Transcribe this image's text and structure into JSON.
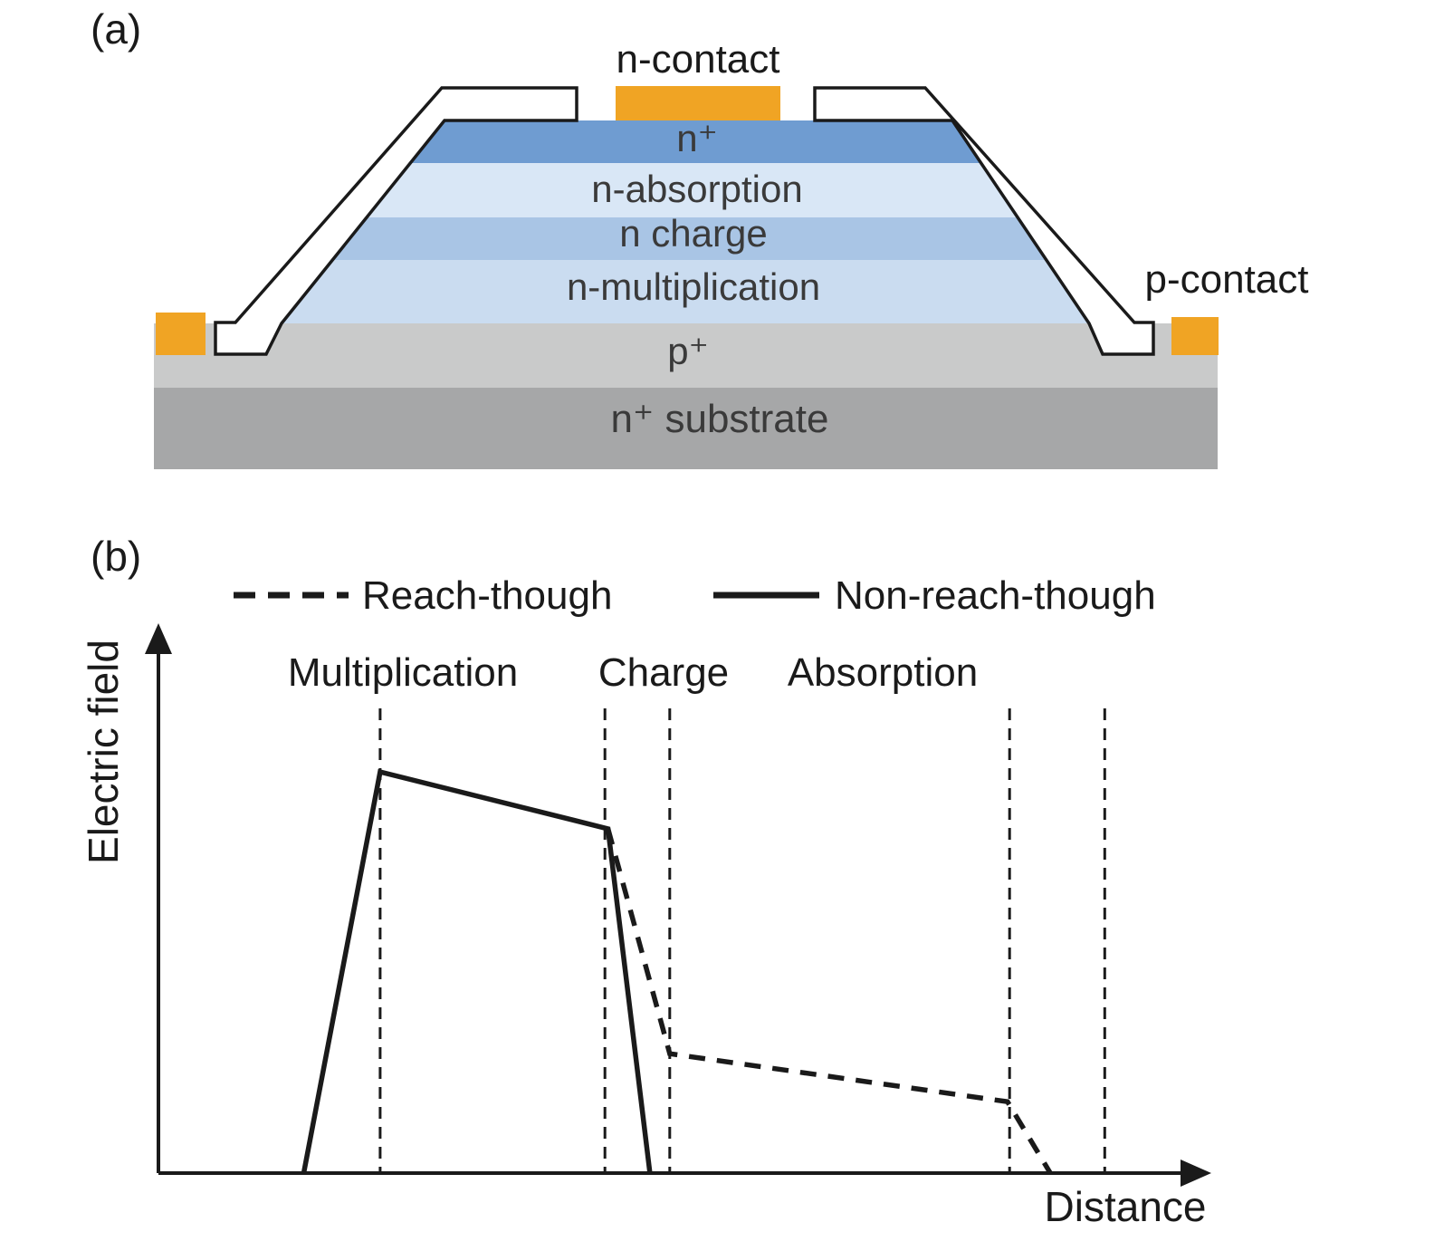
{
  "panel_a": {
    "label": "(a)",
    "n_contact_label": "n-contact",
    "p_contact_label": "p-contact",
    "contact_color": "#f0a424",
    "layers": [
      {
        "name": "n-plus",
        "label": "n⁺",
        "color": "#6f9cd1"
      },
      {
        "name": "n-absorption",
        "label": "n-absorption",
        "color": "#d9e7f6"
      },
      {
        "name": "n-charge",
        "label": "n charge",
        "color": "#a9c5e5"
      },
      {
        "name": "n-multiplication",
        "label": "n-multiplication",
        "color": "#cadcf0"
      },
      {
        "name": "p-plus",
        "label": "p⁺",
        "color": "#c9caca"
      },
      {
        "name": "n-substrate",
        "label": "n⁺ substrate",
        "color": "#a6a7a8"
      }
    ]
  },
  "panel_b": {
    "label": "(b)"
  },
  "chart_data": {
    "type": "line",
    "xlabel": "Distance",
    "ylabel": "Electric field",
    "region_labels": [
      "Multiplication",
      "Charge",
      "Absorption"
    ],
    "legend_position": "top",
    "series": [
      {
        "name": "reach-through",
        "label": "Reach-though",
        "style": "dashed",
        "points": [
          [
            0.43,
            0.738
          ],
          [
            0.489,
            0.256
          ],
          [
            0.812,
            0.153
          ],
          [
            0.853,
            0.0
          ]
        ]
      },
      {
        "name": "non-reach-through",
        "label": "Non-reach-though",
        "style": "solid",
        "points": [
          [
            0.139,
            0.0
          ],
          [
            0.212,
            0.86
          ],
          [
            0.43,
            0.738
          ],
          [
            0.47,
            0.0
          ]
        ]
      }
    ],
    "region_boundaries_x": [
      0.212,
      0.427,
      0.489,
      0.814,
      0.905
    ],
    "axes": {
      "x_arrow": true,
      "y_arrow": true,
      "ticks": "none"
    }
  }
}
